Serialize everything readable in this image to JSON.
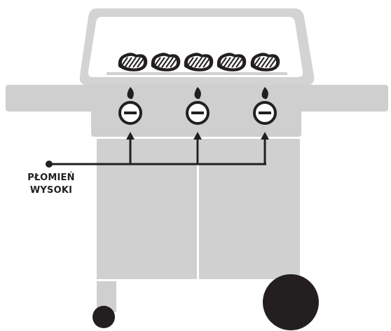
{
  "callout": {
    "line1": "PŁOMIEŃ",
    "line2": "WYSOKI"
  },
  "knobs": [
    {
      "id": "knob-1",
      "state": "high"
    },
    {
      "id": "knob-2",
      "state": "high"
    },
    {
      "id": "knob-3",
      "state": "high"
    }
  ],
  "food_items": [
    "steak",
    "steak",
    "steak",
    "steak",
    "steak"
  ],
  "colors": {
    "grill_body": "#cfcfd0",
    "grill_outline": "#e9e9ea",
    "dark": "#231f20",
    "lid_bg": "#ffffff"
  }
}
